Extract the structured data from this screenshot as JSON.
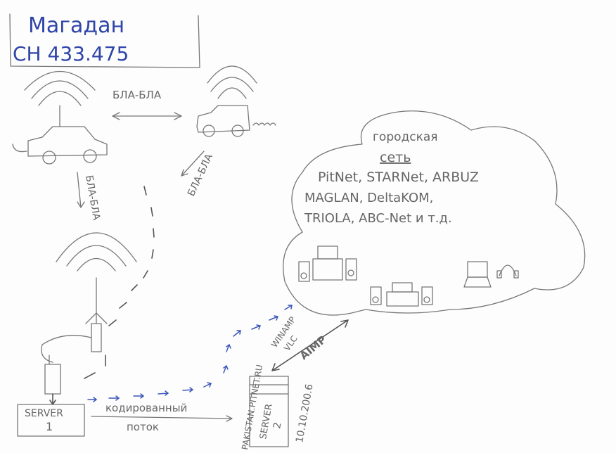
{
  "title_box": {
    "city": "Магадан",
    "frequency": "СН 433.475"
  },
  "labels": {
    "bla_top": "БЛА-БЛА",
    "bla_left": "БЛА-БЛА",
    "bla_right": "БЛА-БЛА",
    "server1": "SERVER",
    "server1_num": "1",
    "stream_line1": "кодированный",
    "stream_line2": "поток",
    "server2": "SERVER",
    "server2_num": "2",
    "host": "PAKISTAN.PITNET.RU",
    "ip": "10.10.200.6",
    "players1": "WINAMP",
    "players2": "VLC",
    "aimp": "AIMP"
  },
  "cloud": {
    "title1": "городская",
    "title2": "сеть",
    "line1": "PitNet, STARNet, ARBUZ",
    "line2": "MAGLAN, DeltaKOM,",
    "line3": "TRIOLA, ABC-Net и т.д."
  },
  "colors": {
    "pencil": "#777777",
    "ink": "#2f45a8",
    "arrow_blue": "#3b57b8"
  }
}
